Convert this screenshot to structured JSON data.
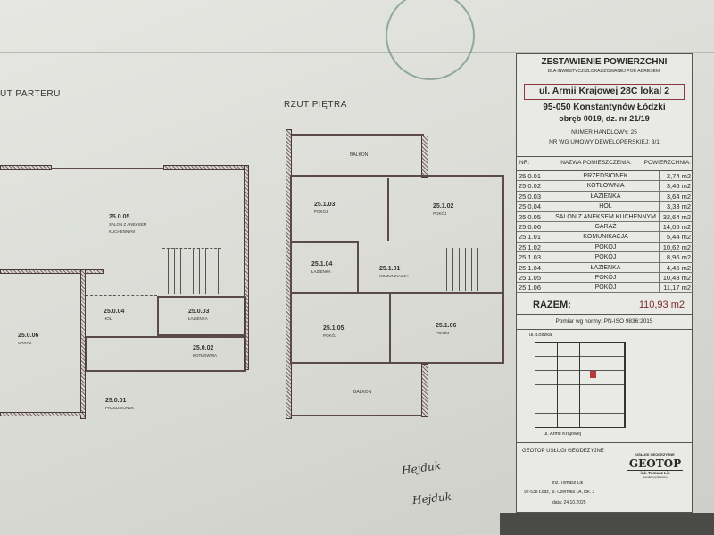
{
  "ground_floor": {
    "title": "UT PARTERU",
    "rooms": [
      {
        "nr": "25.0.05",
        "name": "SALON Z ANEKSEM KUCHENNYM"
      },
      {
        "nr": "25.0.06",
        "name": "GARAŻ"
      },
      {
        "nr": "25.0.04",
        "name": "HOL"
      },
      {
        "nr": "25.0.03",
        "name": "ŁAZIENKA"
      },
      {
        "nr": "25.0.02",
        "name": "KOTŁOWNIA"
      },
      {
        "nr": "25.0.01",
        "name": "PRZEDSIONEK"
      }
    ]
  },
  "upper_floor": {
    "title": "RZUT PIĘTRA",
    "balcony_label": "BALKON",
    "rooms": [
      {
        "nr": "25.1.03",
        "name": "POKÓJ"
      },
      {
        "nr": "25.1.02",
        "name": "POKÓJ"
      },
      {
        "nr": "25.1.04",
        "name": "ŁAZIENKA"
      },
      {
        "nr": "25.1.01",
        "name": "KOMUNIKACJA"
      },
      {
        "nr": "25.1.05",
        "name": "POKÓJ"
      },
      {
        "nr": "25.1.06",
        "name": "POKÓJ"
      }
    ]
  },
  "summary": {
    "title": "ZESTAWIENIE POWIERZCHNI",
    "subtitle": "DLA INWESTYCJI ZLOKALIZOWANEJ POD ADRESEM:",
    "address_line1": "ul. Armii Krajowej 28C lokal 2",
    "address_line2": "95-050 Konstantynów Łódzki",
    "address_line3": "obręb 0019, dz. nr 21/19",
    "trade_number": "NUMER HANDLOWY: 25",
    "contract_number": "NR WG UMOWY DEWELOPERSKIEJ: 3/1",
    "columns": [
      "NR:",
      "NAZWA POMIESZCZENIA:",
      "POWIERZCHNIA:"
    ],
    "rows": [
      [
        "25.0.01",
        "PRZEDSIONEK",
        "2,74 m2"
      ],
      [
        "25.0.02",
        "KOTŁOWNIA",
        "3,46 m2"
      ],
      [
        "25.0.03",
        "ŁAZIENKA",
        "3,64 m2"
      ],
      [
        "25.0.04",
        "HOL",
        "3,33 m2"
      ],
      [
        "25.0.05",
        "SALON Z ANEKSEM KUCHENNYM",
        "32,64 m2"
      ],
      [
        "25.0.06",
        "GARAŻ",
        "14,05 m2"
      ],
      [
        "25.1.01",
        "KOMUNIKACJA",
        "5,44 m2"
      ],
      [
        "25.1.02",
        "POKÓJ",
        "10,62 m2"
      ],
      [
        "25.1.03",
        "POKÓJ",
        "8,96 m2"
      ],
      [
        "25.1.04",
        "ŁAZIENKA",
        "4,45 m2"
      ],
      [
        "25.1.05",
        "POKÓJ",
        "10,43 m2"
      ],
      [
        "25.1.06",
        "POKÓJ",
        "11,17 m2"
      ]
    ],
    "total_label": "RAZEM:",
    "total_value": "110,93 m2",
    "norm": "Pomiar wg normy: PN-ISO 9836:2015",
    "map_street_top": "ul. Łódzka",
    "map_street_bottom": "ul. Armii Krajowej",
    "highlight_color": "#b8383c"
  },
  "footer": {
    "company": "GEOTOP USŁUGI GEODEZYJNE",
    "engineer": "inż. Tomasz Lik",
    "address": "92-538 Łódź, ul. Czernika 1A, lok. 3",
    "date": "data: 24.10.2025",
    "logo_top": "USŁUGI GEODEZYJNE",
    "logo_text": "GEOTOP",
    "logo_name": "inż. Tomasz Lik",
    "logo_sub": "Geodeta uprawniony"
  },
  "signatures": [
    "Hejduk",
    "Hejduk"
  ]
}
